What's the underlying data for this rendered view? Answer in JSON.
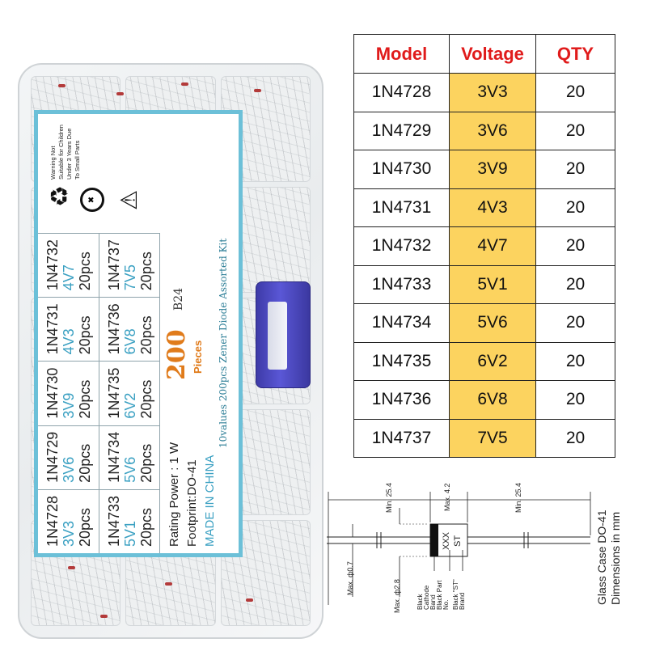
{
  "box_label": {
    "cells": [
      {
        "model": "1N4732",
        "voltage": "4V7",
        "qty": "20pcs"
      },
      {
        "model": "1N4731",
        "voltage": "4V3",
        "qty": "20pcs"
      },
      {
        "model": "1N4730",
        "voltage": "3V9",
        "qty": "20pcs"
      },
      {
        "model": "1N4729",
        "voltage": "3V6",
        "qty": "20pcs"
      },
      {
        "model": "1N4728",
        "voltage": "3V3",
        "qty": "20pcs"
      },
      {
        "model": "1N4737",
        "voltage": "7V5",
        "qty": "20pcs"
      },
      {
        "model": "1N4736",
        "voltage": "6V8",
        "qty": "20pcs"
      },
      {
        "model": "1N4735",
        "voltage": "6V2",
        "qty": "20pcs"
      },
      {
        "model": "1N4734",
        "voltage": "5V6",
        "qty": "20pcs"
      },
      {
        "model": "1N4733",
        "voltage": "5V1",
        "qty": "20pcs"
      }
    ],
    "warning_text": "Warning Not Suitable for Children Under 3 Years Due To Small Parts",
    "rating_power": "Rating Power : 1 W",
    "footprint": "Footprint:DO-41",
    "made_in": "MADE IN CHINA",
    "count": "200",
    "pieces": "Pieces",
    "code": "B24",
    "kit_name": "10values 200pcs Zener Diode Assorted Kit"
  },
  "spec_table": {
    "headers": {
      "model": "Model",
      "voltage": "Voltage",
      "qty": "QTY"
    },
    "rows": [
      {
        "model": "1N4728",
        "voltage": "3V3",
        "qty": "20"
      },
      {
        "model": "1N4729",
        "voltage": "3V6",
        "qty": "20"
      },
      {
        "model": "1N4730",
        "voltage": "3V9",
        "qty": "20"
      },
      {
        "model": "1N4731",
        "voltage": "4V3",
        "qty": "20"
      },
      {
        "model": "1N4732",
        "voltage": "4V7",
        "qty": "20"
      },
      {
        "model": "1N4733",
        "voltage": "5V1",
        "qty": "20"
      },
      {
        "model": "1N4734",
        "voltage": "5V6",
        "qty": "20"
      },
      {
        "model": "1N4735",
        "voltage": "6V2",
        "qty": "20"
      },
      {
        "model": "1N4736",
        "voltage": "6V8",
        "qty": "20"
      },
      {
        "model": "1N4737",
        "voltage": "7V5",
        "qty": "20"
      }
    ]
  },
  "drawing": {
    "min_lead_left": "Min. 25.4",
    "max_body": "Max. 4.2",
    "min_lead_right": "Min. 25.4",
    "max_lead_dia": "Max. ф0.7",
    "max_body_dia": "Max. ф2.8",
    "body_mark_top": "XXX",
    "body_mark_bottom": "ST",
    "band_labels": [
      "Black Cathode Band",
      "Black Part No.",
      "Black \"ST\" Brand"
    ],
    "case_caption": [
      "Glass Case DO-41",
      "Dimensions in mm"
    ]
  },
  "colors": {
    "header_red": "#e01b1b",
    "voltage_fill": "#fcd35f",
    "label_border": "#6cc0d8",
    "label_voltage": "#3aa0c2",
    "count_orange": "#e07b1b",
    "latch_blue": "#4a47c8"
  },
  "icons": [
    "recycle-icon",
    "no-child-icon",
    "warning-triangle-icon"
  ]
}
